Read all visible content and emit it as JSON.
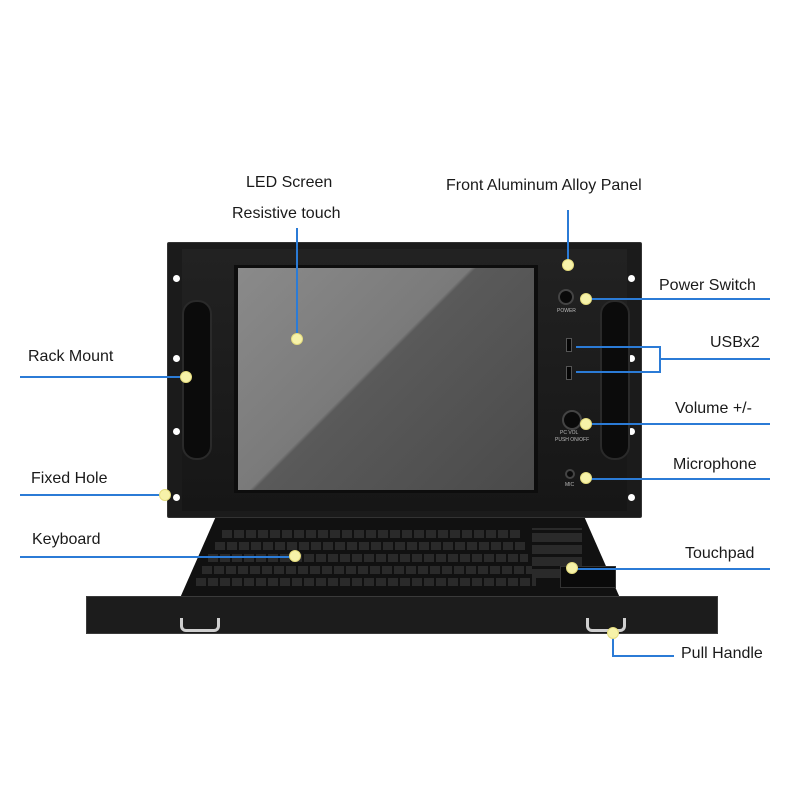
{
  "labels": {
    "led_screen": "LED Screen",
    "resistive_touch": "Resistive touch",
    "front_panel": "Front Aluminum Alloy Panel",
    "power_switch": "Power Switch",
    "usb": "USBx2",
    "rack_mount": "Rack Mount",
    "volume": "Volume +/-",
    "fixed_hole": "Fixed Hole",
    "microphone": "Microphone",
    "keyboard": "Keyboard",
    "touchpad": "Touchpad",
    "pull_handle": "Pull Handle"
  },
  "device_marks": {
    "power": "POWER",
    "pcvol": "PC VOL",
    "push": "PUSH ON/OFF",
    "mic": "MIC"
  },
  "colors": {
    "leader_line": "#2b7bd6",
    "marker_dot": "#f6f2a9"
  }
}
